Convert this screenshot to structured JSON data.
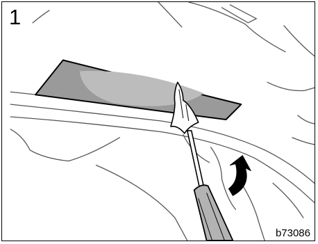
{
  "figure": {
    "step_number": "1",
    "code": "b73086"
  },
  "colors": {
    "lens_fill": "#9a9a9a",
    "lens_highlight": "#bcbcbc",
    "handle_fill": "#b3b3b3",
    "line": "#000000",
    "body_line": "#555555"
  },
  "icons": {
    "tool": "screwdriver",
    "direction": "curved-arrow-up"
  }
}
